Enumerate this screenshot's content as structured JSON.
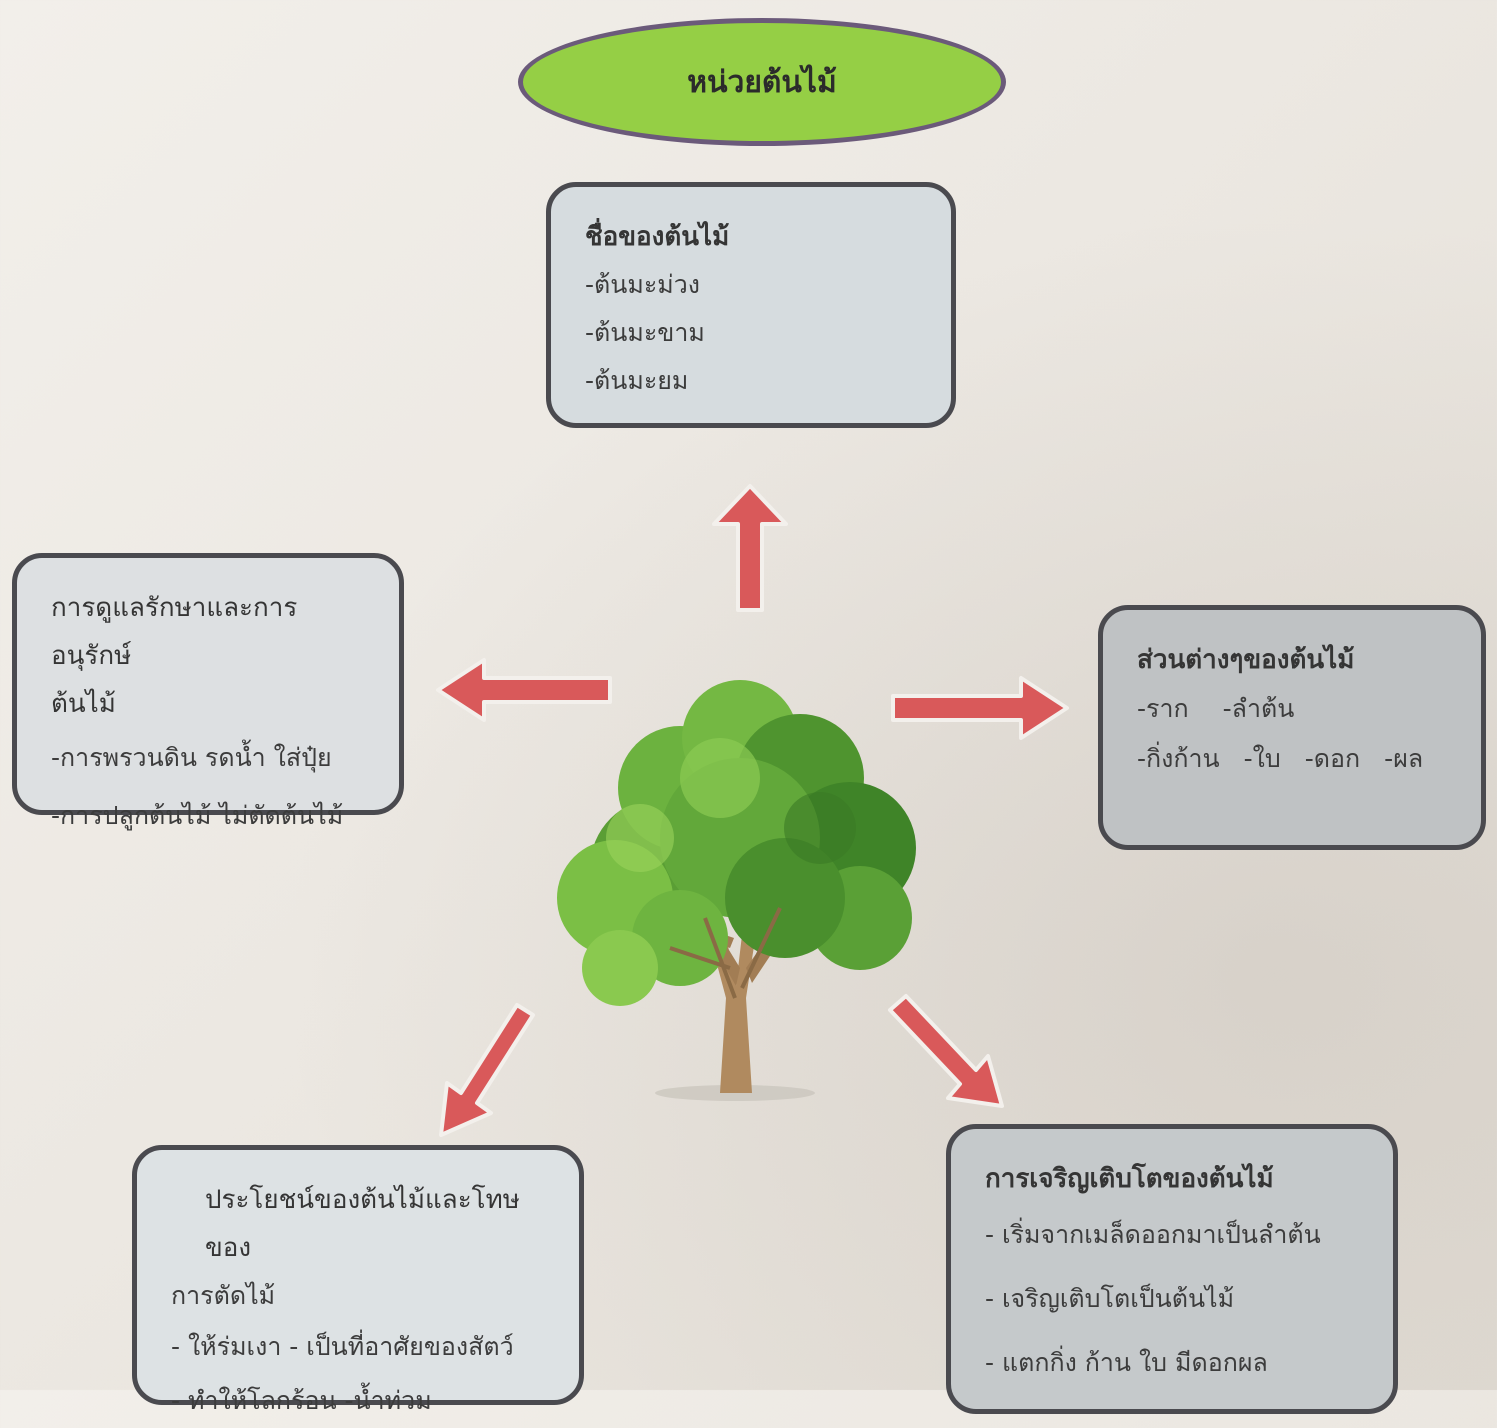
{
  "title": "หน่วยต้นไม้",
  "names_box": {
    "heading": "ชื่อของต้นไม้",
    "items": [
      "-ต้นมะม่วง",
      "-ต้นมะขาม",
      "-ต้นมะยม"
    ]
  },
  "care_box": {
    "heading_line1": "การดูแลรักษาและการอนุรักษ์",
    "heading_line2": "ต้นไม้",
    "items": [
      "-การพรวนดิน รดน้ำ ใส่ปุ๋ย",
      "-การปลูกต้นไม้ ไม่ตัดต้นไม้"
    ]
  },
  "parts_box": {
    "heading": "ส่วนต่างๆของต้นไม้",
    "row1": [
      "-ราก",
      "-ลำต้น"
    ],
    "row2": [
      "-กิ่งก้าน",
      "-ใบ",
      "-ดอก",
      "-ผล"
    ]
  },
  "benefits_box": {
    "heading_line1": "ประโยชน์ของต้นไม้และโทษของ",
    "heading_line2": "การตัดไม้",
    "items": [
      "- ให้ร่มเงา  - เป็นที่อาศัยของสัตว์",
      "- ทำให้โลกร้อน  -น้ำท่วม"
    ]
  },
  "growth_box": {
    "heading": "การเจริญเติบโตของต้นไม้",
    "items": [
      "- เริ่มจากเมล็ดออกมาเป็นลำต้น",
      "- เจริญเติบโตเป็นต้นไม้",
      "- แตกกิ่ง ก้าน ใบ มีดอกผล"
    ]
  },
  "colors": {
    "oval_fill": "#95cf45",
    "arrow": "#d9595a",
    "box_border": "#4a4a4f"
  },
  "icons": {
    "center_image": "tree-illustration",
    "arrows": "arrow-icon"
  }
}
